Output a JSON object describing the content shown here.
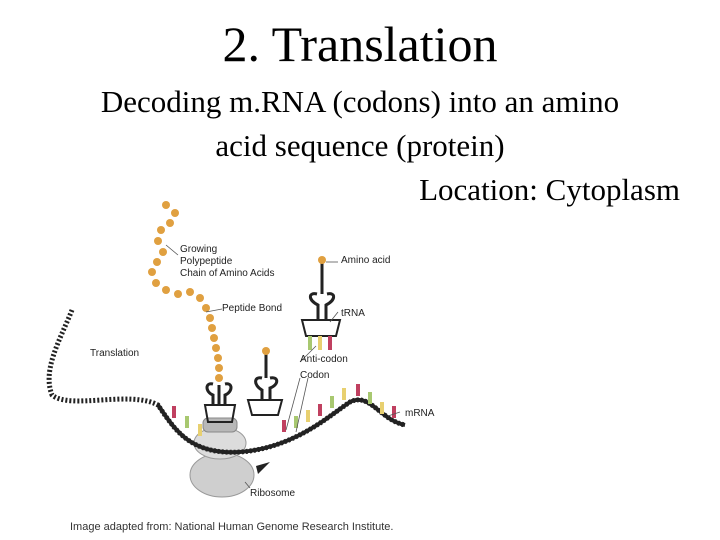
{
  "slide": {
    "title": "2. Translation",
    "subtitle_line1": "Decoding m.RNA (codons) into an amino",
    "subtitle_line2": "acid sequence (protein)",
    "location": "Location: Cytoplasm"
  },
  "diagram": {
    "labels": {
      "growing_polypeptide_1": "Growing",
      "growing_polypeptide_2": "Polypeptide",
      "growing_polypeptide_3": "Chain of Amino Acids",
      "amino_acid": "Amino acid",
      "peptide_bond": "Peptide Bond",
      "trna": "tRNA",
      "translation": "Translation",
      "anticodon": "Anti-codon",
      "codon": "Codon",
      "mrna": "mRNA",
      "ribosome": "Ribosome"
    },
    "colors": {
      "amino_acid": "#e0a040",
      "mrna_strand": "#222222",
      "ribosome": "#c8c8c8",
      "base_red": "#c04060",
      "base_green": "#a8c870",
      "base_yellow": "#e8d070"
    }
  },
  "credit": "Image adapted from: National Human Genome Research Institute."
}
